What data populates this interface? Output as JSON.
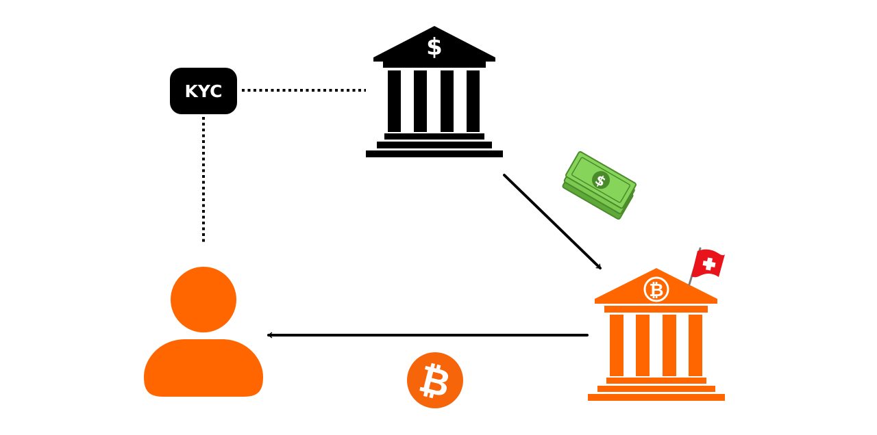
{
  "kyc_badge": {
    "label": "KYC",
    "color": "#000000"
  },
  "nodes": {
    "fiat_bank": {
      "icon": "bank-dollar-icon",
      "symbol": "$",
      "color": "#000000"
    },
    "bitcoin_bank": {
      "icon": "bank-bitcoin-icon",
      "symbol": "₿",
      "color": "#ff6600"
    },
    "user": {
      "icon": "user-icon",
      "color": "#ff6600"
    }
  },
  "badges": {
    "swiss_flag": {
      "icon": "swiss-flag-icon",
      "color": "#e8131b"
    },
    "cash": {
      "icon": "cash-bills-icon",
      "symbol": "$",
      "color": "#7bc950"
    },
    "bitcoin_coin": {
      "icon": "bitcoin-coin-icon",
      "symbol": "₿",
      "color": "#f7650a"
    }
  },
  "connectors": {
    "kyc_to_bank": {
      "style": "dotted"
    },
    "kyc_to_user": {
      "style": "dotted"
    },
    "bank_to_bitcoin_bank": {
      "style": "arrow"
    },
    "bitcoin_bank_to_user": {
      "style": "arrow"
    }
  },
  "colors": {
    "orange": "#ff6600",
    "black": "#000000",
    "swiss_red": "#e8131b",
    "cash_green": "#7bc950"
  }
}
